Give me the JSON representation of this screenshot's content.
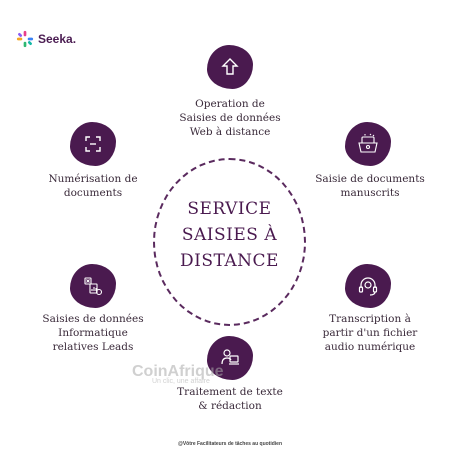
{
  "brand": {
    "name": "Seeka."
  },
  "center": {
    "title": "SERVICE\nSAISIES À\nDISTANCE"
  },
  "services": {
    "web": {
      "label": "Operation de\nSaisies de données\nWeb à distance",
      "icon": "upload-arrow-icon"
    },
    "manuscrits": {
      "label": "Saisie de documents\nmanuscrits",
      "icon": "document-folder-icon"
    },
    "audio": {
      "label": "Transcription à\npartir d'un fichier\naudio numérique",
      "icon": "headset-icon"
    },
    "redaction": {
      "label": "Traitement de texte\n& rédaction",
      "icon": "typing-person-icon"
    },
    "leads": {
      "label": "Saisies de données\nInformatique\nrelatives Leads",
      "icon": "data-chart-icon"
    },
    "numerisation": {
      "label": "Numérisation de\ndocuments",
      "icon": "scan-icon"
    }
  },
  "watermark": {
    "main": "CoinAfrique",
    "sub": "Un clic, une affaire"
  },
  "footer": {
    "text": "@Vôtre Facilitateurs de tâches au quotidien"
  },
  "colors": {
    "primary": "#4a1a4f",
    "text": "#3a2a3a",
    "background": "#ffffff"
  }
}
